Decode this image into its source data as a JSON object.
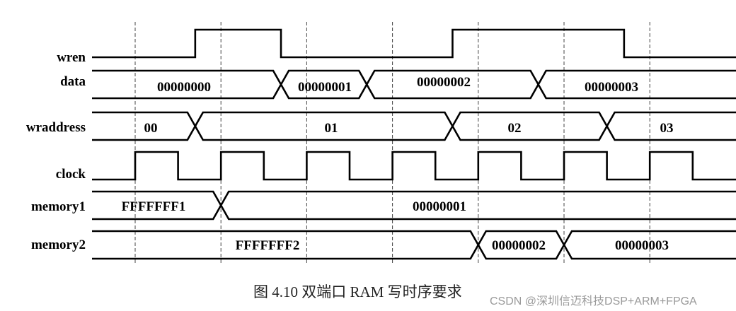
{
  "caption": "图 4.10  双端口 RAM 写时序要求",
  "watermark": "CSDN @深圳信迈科技DSP+ARM+FPGA",
  "timing": {
    "clock_edges": 7,
    "signals": [
      {
        "name": "wren",
        "type": "digital",
        "initial": 0,
        "transitions": [
          [
            0.7,
            1
          ],
          [
            1.7,
            0
          ],
          [
            3.7,
            1
          ],
          [
            5.7,
            0
          ]
        ]
      },
      {
        "name": "data",
        "type": "bus",
        "segments": [
          {
            "value": "00000000",
            "start": -0.5,
            "end": 1.7
          },
          {
            "value": "00000001",
            "start": 1.7,
            "end": 2.7
          },
          {
            "value": "00000002",
            "start": 2.7,
            "end": 4.7
          },
          {
            "value": "00000003",
            "start": 4.7,
            "end": 7.0
          }
        ]
      },
      {
        "name": "wraddress",
        "type": "bus",
        "segments": [
          {
            "value": "00",
            "start": -0.5,
            "end": 0.7
          },
          {
            "value": "01",
            "start": 0.7,
            "end": 3.7
          },
          {
            "value": "02",
            "start": 3.7,
            "end": 5.5
          },
          {
            "value": "03",
            "start": 5.5,
            "end": 7.0
          }
        ]
      },
      {
        "name": "clock",
        "type": "clock",
        "period": 1,
        "duty": 0.5
      },
      {
        "name": "memory1",
        "type": "bus",
        "segments": [
          {
            "value": "FFFFFFF1",
            "start": -0.5,
            "end": 1.0
          },
          {
            "value": "00000001",
            "start": 1.0,
            "end": 7.0
          }
        ]
      },
      {
        "name": "memory2",
        "type": "bus",
        "segments": [
          {
            "value": "FFFFFFF2",
            "start": -0.5,
            "end": 4.0
          },
          {
            "value": "00000002",
            "start": 4.0,
            "end": 5.0
          },
          {
            "value": "00000003",
            "start": 5.0,
            "end": 7.0
          }
        ]
      }
    ]
  }
}
